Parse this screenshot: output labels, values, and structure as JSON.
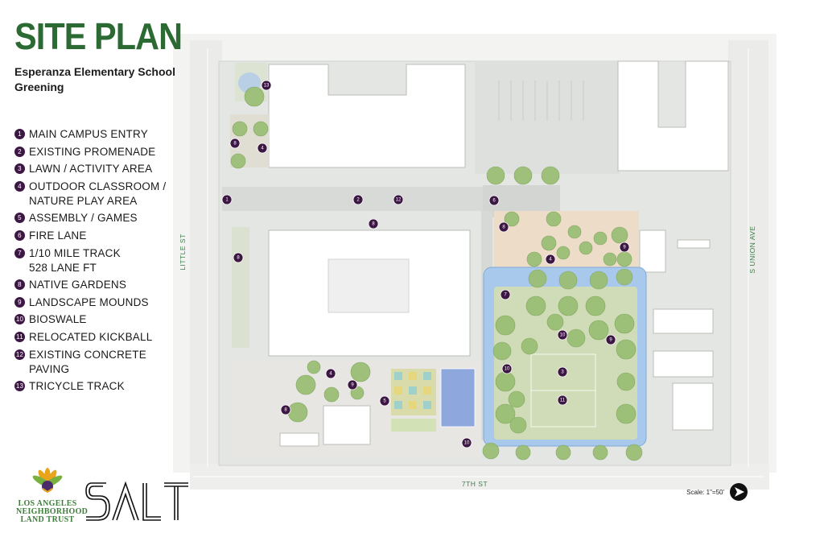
{
  "header": {
    "title": "SITE PLAN",
    "subtitle": "Esperanza Elementary School Greening"
  },
  "legend": [
    {
      "num": "1",
      "label": "MAIN CAMPUS ENTRY"
    },
    {
      "num": "2",
      "label": "EXISTING PROMENADE"
    },
    {
      "num": "3",
      "label": "LAWN / ACTIVITY AREA"
    },
    {
      "num": "4",
      "label": "OUTDOOR CLASSROOM /\nNATURE PLAY AREA"
    },
    {
      "num": "5",
      "label": "ASSEMBLY / GAMES"
    },
    {
      "num": "6",
      "label": "FIRE LANE"
    },
    {
      "num": "7",
      "label": "1/10 MILE TRACK\n528 LANE FT"
    },
    {
      "num": "8",
      "label": "NATIVE GARDENS"
    },
    {
      "num": "9",
      "label": "LANDSCAPE MOUNDS"
    },
    {
      "num": "10",
      "label": "BIOSWALE"
    },
    {
      "num": "11",
      "label": "RELOCATED KICKBALL"
    },
    {
      "num": "12",
      "label": "EXISTING CONCRETE\nPAVING"
    },
    {
      "num": "13",
      "label": "TRICYCLE TRACK"
    }
  ],
  "streets": {
    "left": "LITTLE ST",
    "right": "S UNION AVE",
    "bottom": "7TH ST"
  },
  "scale_label": "Scale: 1\"=50'",
  "north_arrow_icon": "north-arrow-icon",
  "logos": {
    "lanlt": [
      "LOS ANGELES",
      "NEIGHBORHOOD",
      "LAND TRUST"
    ],
    "salt": "SALT"
  },
  "colors": {
    "title_green": "#2c6a33",
    "marker_purple": "#3d1744",
    "track_blue": "#a9c9ec",
    "lawn_green": "#cfdcb7",
    "tree_green": "#9bbf76"
  },
  "map_markers": [
    {
      "num": "13"
    },
    {
      "num": "8"
    },
    {
      "num": "4"
    },
    {
      "num": "1"
    },
    {
      "num": "2"
    },
    {
      "num": "12"
    },
    {
      "num": "6"
    },
    {
      "num": "8"
    },
    {
      "num": "8"
    },
    {
      "num": "8"
    },
    {
      "num": "4"
    },
    {
      "num": "9"
    },
    {
      "num": "7"
    },
    {
      "num": "10"
    },
    {
      "num": "9"
    },
    {
      "num": "10"
    },
    {
      "num": "3"
    },
    {
      "num": "11"
    },
    {
      "num": "4"
    },
    {
      "num": "9"
    },
    {
      "num": "5"
    },
    {
      "num": "8"
    },
    {
      "num": "10"
    }
  ]
}
